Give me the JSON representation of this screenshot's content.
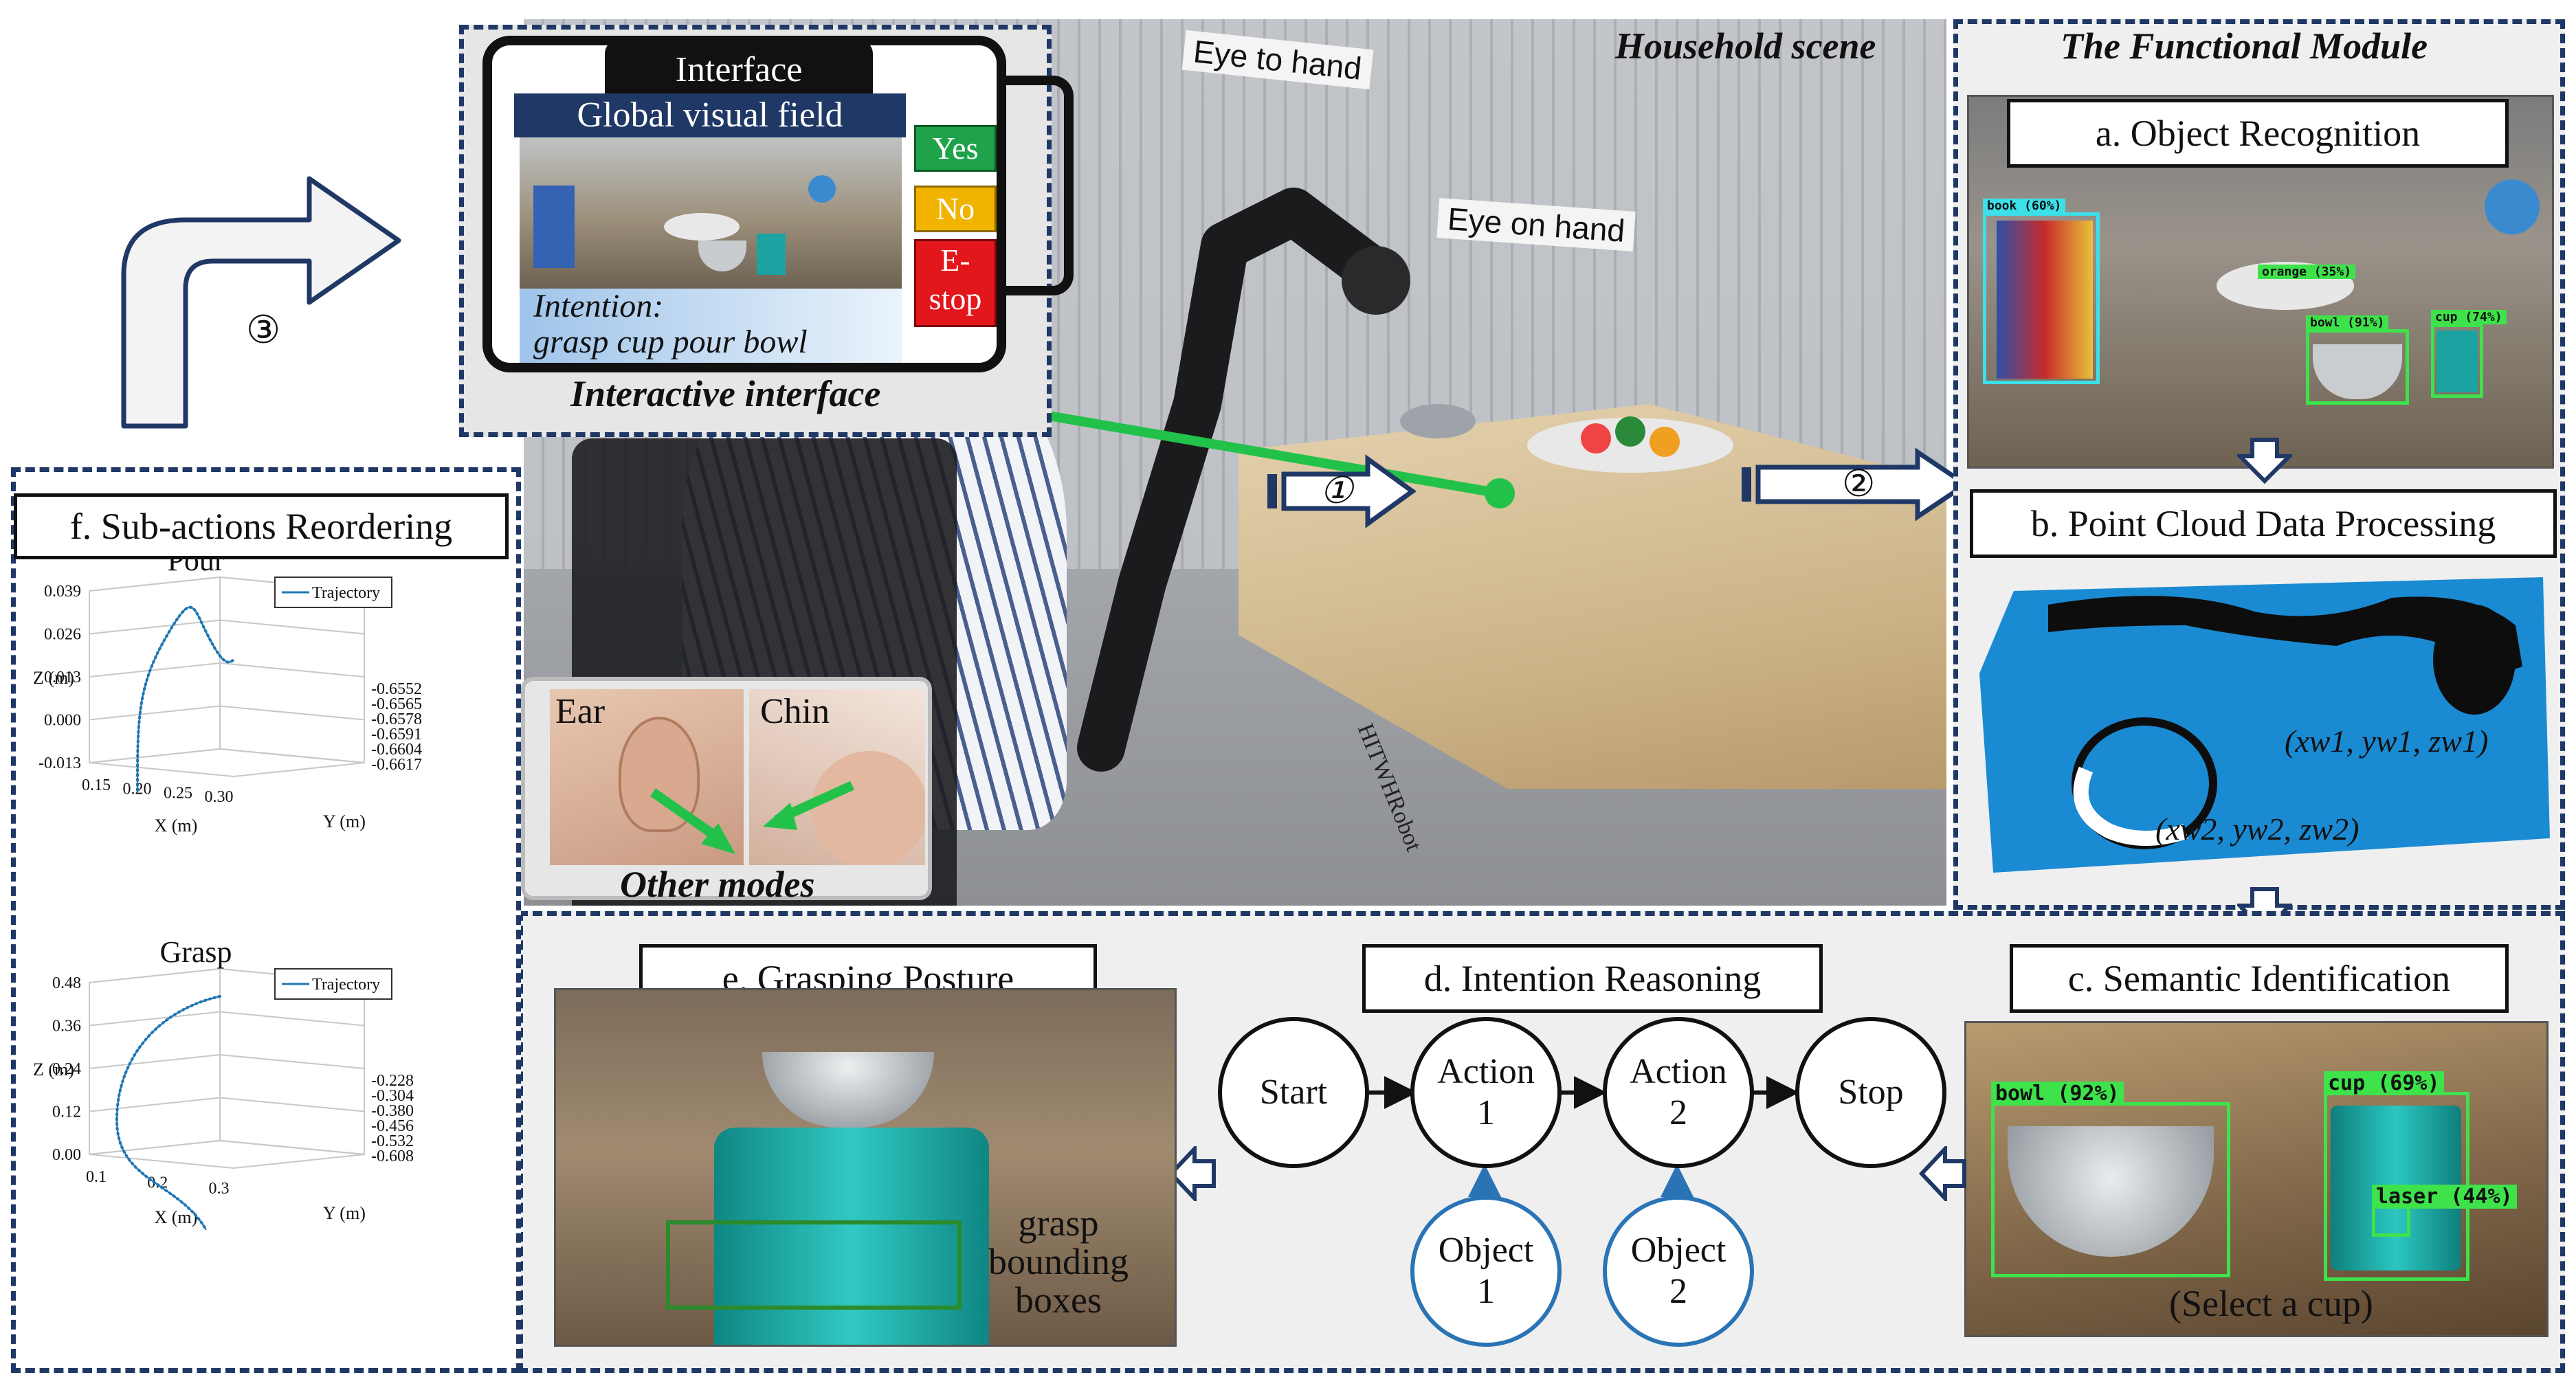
{
  "household": {
    "title": "Household scene",
    "eye_to_hand": "Eye to hand",
    "eye_on_hand": "Eye on hand",
    "watermark": "HITWHRobot",
    "step1": "①",
    "step2": "②",
    "step3": "③"
  },
  "interface": {
    "title": "Interface",
    "global_field": "Global visual field",
    "btn_yes": "Yes",
    "btn_no": "No",
    "btn_estop_1": "E-",
    "btn_estop_2": "stop",
    "intention_label": "Intention:",
    "intention_text": "grasp cup pour bowl",
    "caption": "Interactive interface"
  },
  "other_modes": {
    "ear": "Ear",
    "chin": "Chin",
    "caption": "Other modes"
  },
  "functional_module": {
    "title": "The Functional Module",
    "a_label": "a. Object  Recognition",
    "b_label": "b. Point Cloud Data Processing",
    "c_label": "c. Semantic Identification",
    "d_label": "d. Intention Reasoning",
    "e_label": "e. Grasping Posture",
    "f_label": "f. Sub-actions Reordering",
    "coord1": "(xw1, yw1, zw1)",
    "coord2": "(xw2, yw2, zw2)",
    "select_cup": "(Select a cup)",
    "grasp_1": "grasp",
    "grasp_2": "bounding",
    "grasp_3": "boxes"
  },
  "recognition_labels": {
    "book": "book (60%)",
    "orange": "orange (35%)",
    "bowl": "bowl (91%)",
    "cup": "cup (74%)"
  },
  "semantic_labels": {
    "bowl": "bowl (92%)",
    "cup": "cup (69%)",
    "laser": "laser (44%)"
  },
  "reasoning": {
    "start": "Start",
    "action1_a": "Action",
    "action1_b": "1",
    "action2_a": "Action",
    "action2_b": "2",
    "stop": "Stop",
    "object1_a": "Object",
    "object1_b": "1",
    "object2_a": "Object",
    "object2_b": "2"
  },
  "chart_data": [
    {
      "type": "line3d",
      "title": "Pour",
      "legend": "Trajectory",
      "zlabel": "Z (m)",
      "xlabel": "X (m)",
      "ylabel": "Y (m)",
      "z_ticks": [
        "0.039",
        "0.026",
        "0.013",
        "0.000",
        "-0.013"
      ],
      "x_ticks": [
        "0.15",
        "0.20",
        "0.25",
        "0.30"
      ],
      "y_ticks": [
        "-0.6552",
        "-0.6565",
        "-0.6578",
        "-0.6591",
        "-0.6604",
        "-0.6617"
      ],
      "color": "#1f77b4"
    },
    {
      "type": "line3d",
      "title": "Grasp",
      "legend": "Trajectory",
      "zlabel": "Z (m)",
      "xlabel": "X (m)",
      "ylabel": "Y (m)",
      "z_ticks": [
        "0.48",
        "0.36",
        "0.24",
        "0.12",
        "0.00"
      ],
      "x_ticks": [
        "0.1",
        "0.2",
        "0.3"
      ],
      "y_ticks": [
        "-0.228",
        "-0.304",
        "-0.380",
        "-0.456",
        "-0.532",
        "-0.608"
      ],
      "color": "#1f77b4"
    }
  ]
}
